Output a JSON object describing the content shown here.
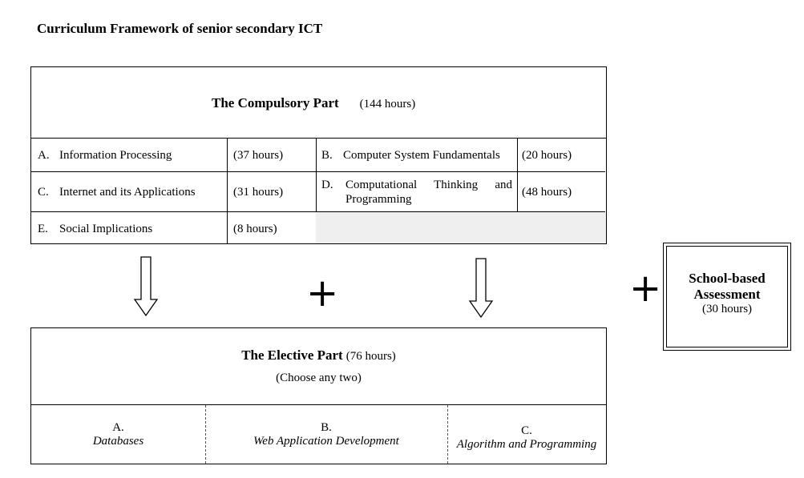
{
  "title": "Curriculum Framework of senior secondary ICT",
  "compulsory": {
    "heading": "The Compulsory Part",
    "hours": "(144 hours)",
    "modules": [
      {
        "letter": "A.",
        "name": "Information Processing",
        "hours": "(37 hours)"
      },
      {
        "letter": "B.",
        "name": "Computer System Fundamentals",
        "hours": "(20 hours)"
      },
      {
        "letter": "C.",
        "name": "Internet and its Applications",
        "hours": "(31 hours)"
      },
      {
        "letter": "D.",
        "name_line1": "Computational Thinking and",
        "name_line2": "Programming",
        "hours": "(48 hours)"
      },
      {
        "letter": "E.",
        "name": "Social Implications",
        "hours": "(8 hours)"
      }
    ]
  },
  "plus_symbol": "+",
  "school_based": {
    "line1": "School-based",
    "line2": "Assessment",
    "hours": "(30 hours)"
  },
  "elective": {
    "heading": "The Elective Part",
    "hours": "(76 hours)",
    "note": "(Choose any two)",
    "modules": [
      {
        "letter": "A.",
        "name": "Databases"
      },
      {
        "letter": "B.",
        "name": "Web Application Development"
      },
      {
        "letter": "C.",
        "name": "Algorithm and Programming"
      }
    ]
  }
}
